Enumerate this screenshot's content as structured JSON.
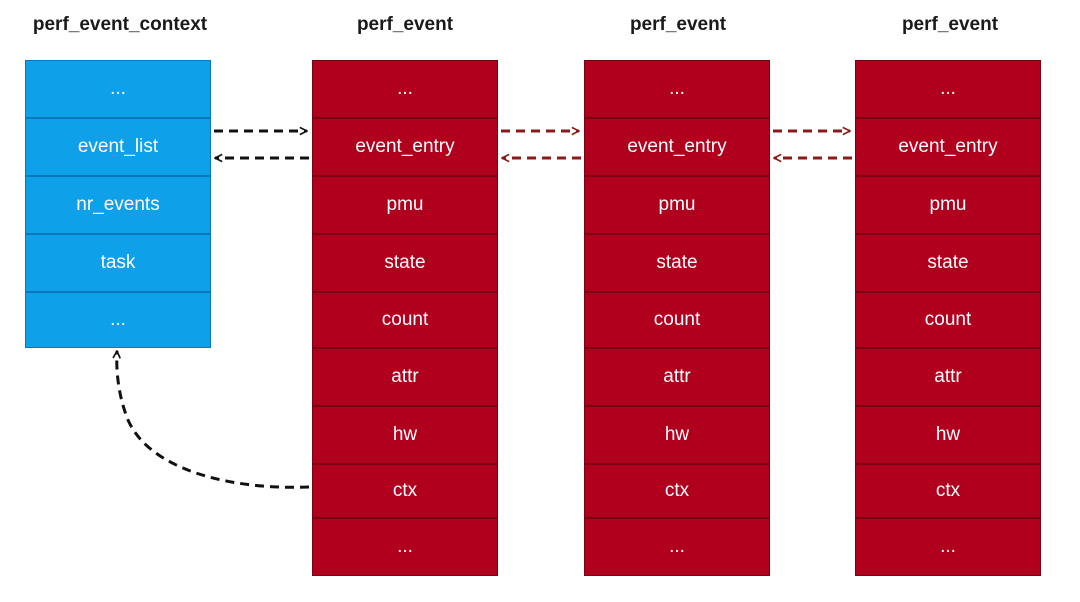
{
  "colors": {
    "context_fill": "#0ea0e8",
    "event_fill": "#b0001e",
    "arrow_dark": "#111111",
    "arrow_red": "#8b1a1a"
  },
  "structs": [
    {
      "title": "perf_event_context",
      "fields": [
        "...",
        "event_list",
        "nr_events",
        "task",
        "..."
      ]
    },
    {
      "title": "perf_event",
      "fields": [
        "...",
        "event_entry",
        "pmu",
        "state",
        "count",
        "attr",
        "hw",
        "ctx",
        "..."
      ]
    },
    {
      "title": "perf_event",
      "fields": [
        "...",
        "event_entry",
        "pmu",
        "state",
        "count",
        "attr",
        "hw",
        "ctx",
        "..."
      ]
    },
    {
      "title": "perf_event",
      "fields": [
        "...",
        "event_entry",
        "pmu",
        "state",
        "count",
        "attr",
        "hw",
        "ctx",
        "..."
      ]
    }
  ]
}
